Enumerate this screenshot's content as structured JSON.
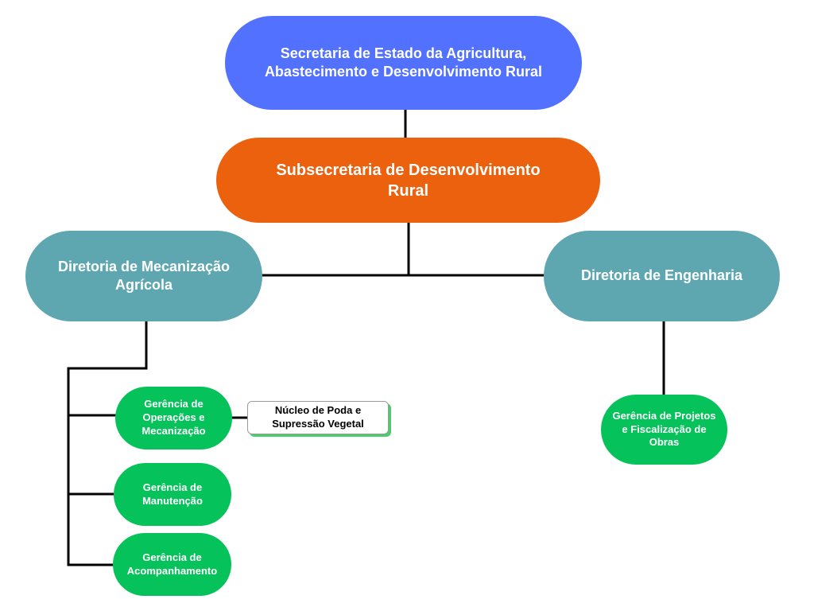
{
  "colors": {
    "secretaria": "#5271ff",
    "subsecretaria": "#ec610e",
    "diretoria": "#5fa7b0",
    "gerencia": "#05c25a",
    "connector": "#000000"
  },
  "nodes": {
    "secretaria": "Secretaria de Estado da Agricultura,\nAbastecimento e Desenvolvimento Rural",
    "subsecretaria": "Subsecretaria de Desenvolvimento\nRural",
    "diretoria_mecanizacao": "Diretoria de Mecanização\nAgrícola",
    "diretoria_engenharia": "Diretoria de Engenharia",
    "gerencia_operacoes": "Gerência de\nOperações e\nMecanização",
    "nucleo_poda": "Núcleo de Poda e\nSupressão Vegetal",
    "gerencia_manutencao": "Gerência de\nManutenção",
    "gerencia_acompanhamento": "Gerência de\nAcompanhamento",
    "gerencia_projetos": "Gerência de Projetos\ne Fiscalização de\nObras"
  }
}
